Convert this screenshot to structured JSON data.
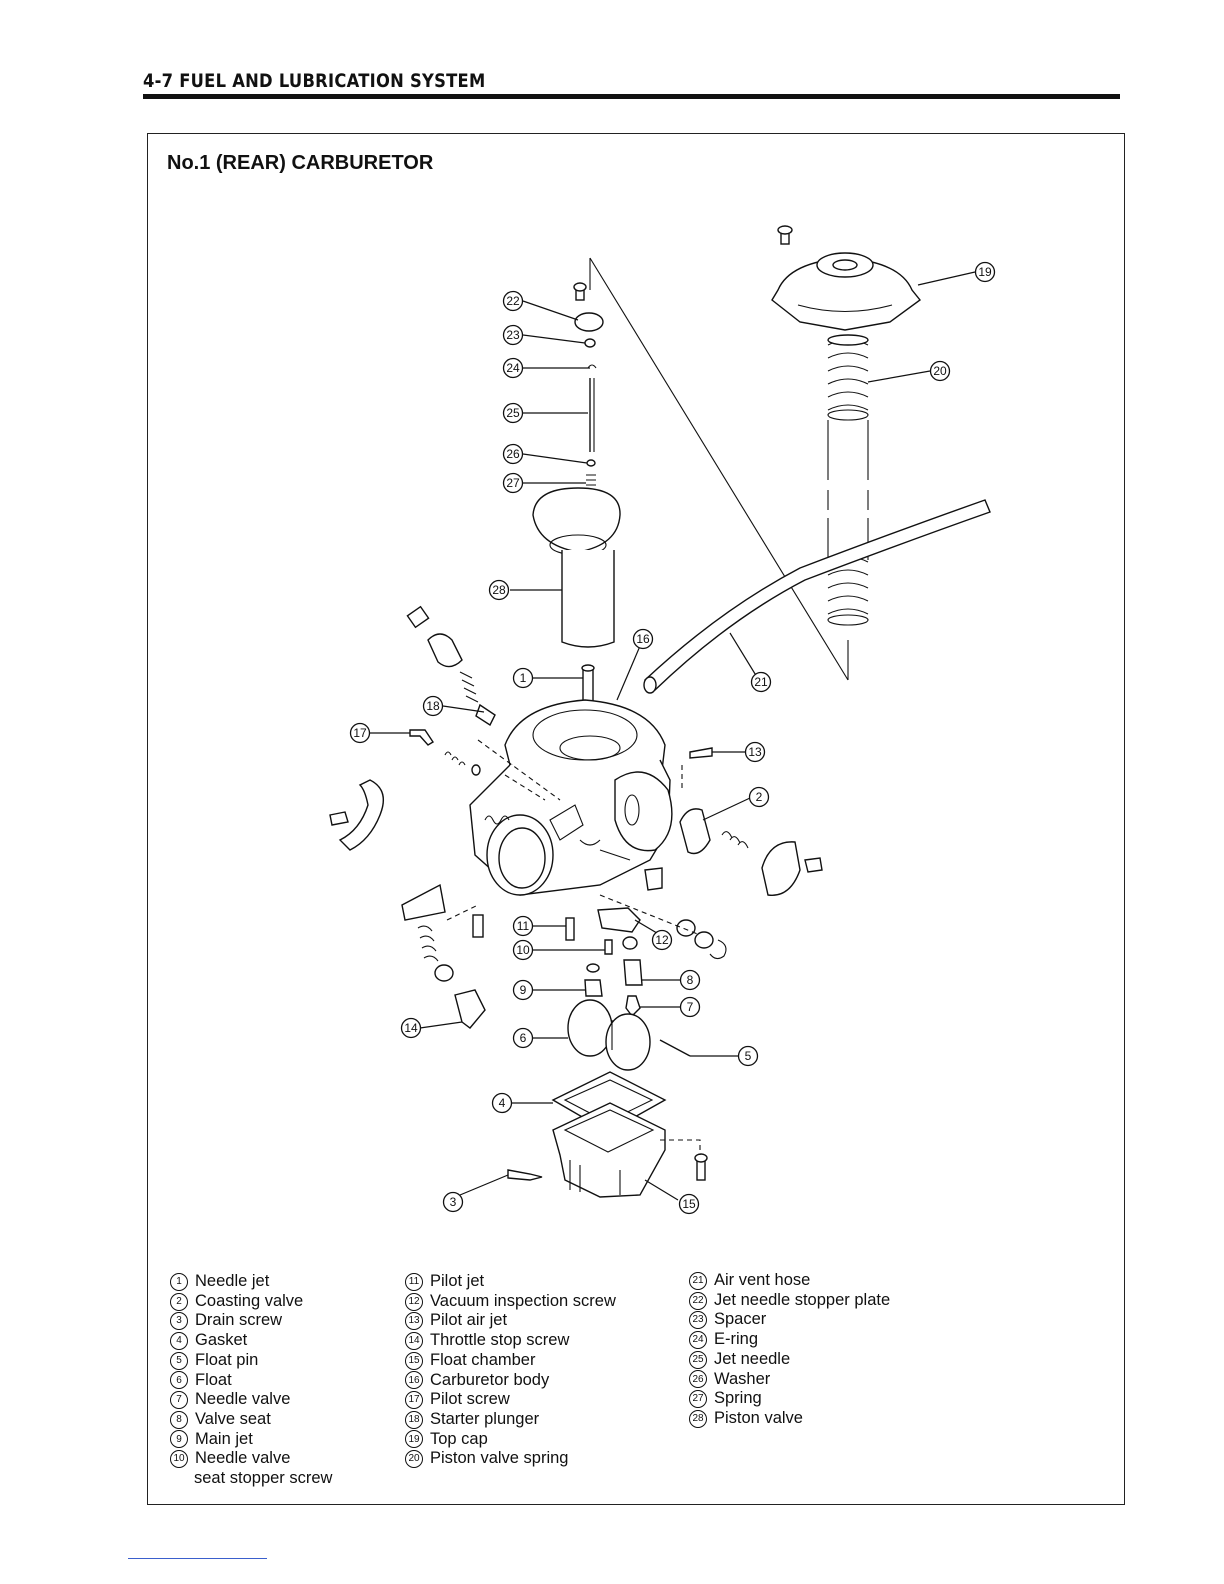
{
  "header": {
    "section": "4-7  FUEL AND LUBRICATION SYSTEM"
  },
  "diagram": {
    "title": "No.1 (REAR) CARBURETOR"
  },
  "legend": {
    "col1": [
      {
        "num": "1",
        "label": "Needle jet"
      },
      {
        "num": "2",
        "label": "Coasting valve"
      },
      {
        "num": "3",
        "label": "Drain screw"
      },
      {
        "num": "4",
        "label": "Gasket"
      },
      {
        "num": "5",
        "label": "Float pin"
      },
      {
        "num": "6",
        "label": "Float"
      },
      {
        "num": "7",
        "label": "Needle valve"
      },
      {
        "num": "8",
        "label": "Valve seat"
      },
      {
        "num": "9",
        "label": "Main jet"
      },
      {
        "num": "10",
        "label": "Needle valve",
        "continuation": "seat stopper screw"
      }
    ],
    "col2": [
      {
        "num": "11",
        "label": "Pilot jet"
      },
      {
        "num": "12",
        "label": "Vacuum inspection screw"
      },
      {
        "num": "13",
        "label": "Pilot air jet"
      },
      {
        "num": "14",
        "label": "Throttle stop screw"
      },
      {
        "num": "15",
        "label": "Float chamber"
      },
      {
        "num": "16",
        "label": "Carburetor body"
      },
      {
        "num": "17",
        "label": "Pilot screw"
      },
      {
        "num": "18",
        "label": "Starter plunger"
      },
      {
        "num": "19",
        "label": "Top cap"
      },
      {
        "num": "20",
        "label": "Piston valve spring"
      }
    ],
    "col3": [
      {
        "num": "21",
        "label": "Air vent hose"
      },
      {
        "num": "22",
        "label": "Jet needle stopper plate"
      },
      {
        "num": "23",
        "label": "Spacer"
      },
      {
        "num": "24",
        "label": "E-ring"
      },
      {
        "num": "25",
        "label": "Jet needle"
      },
      {
        "num": "26",
        "label": "Washer"
      },
      {
        "num": "27",
        "label": "Spring"
      },
      {
        "num": "28",
        "label": "Piston valve"
      }
    ]
  }
}
